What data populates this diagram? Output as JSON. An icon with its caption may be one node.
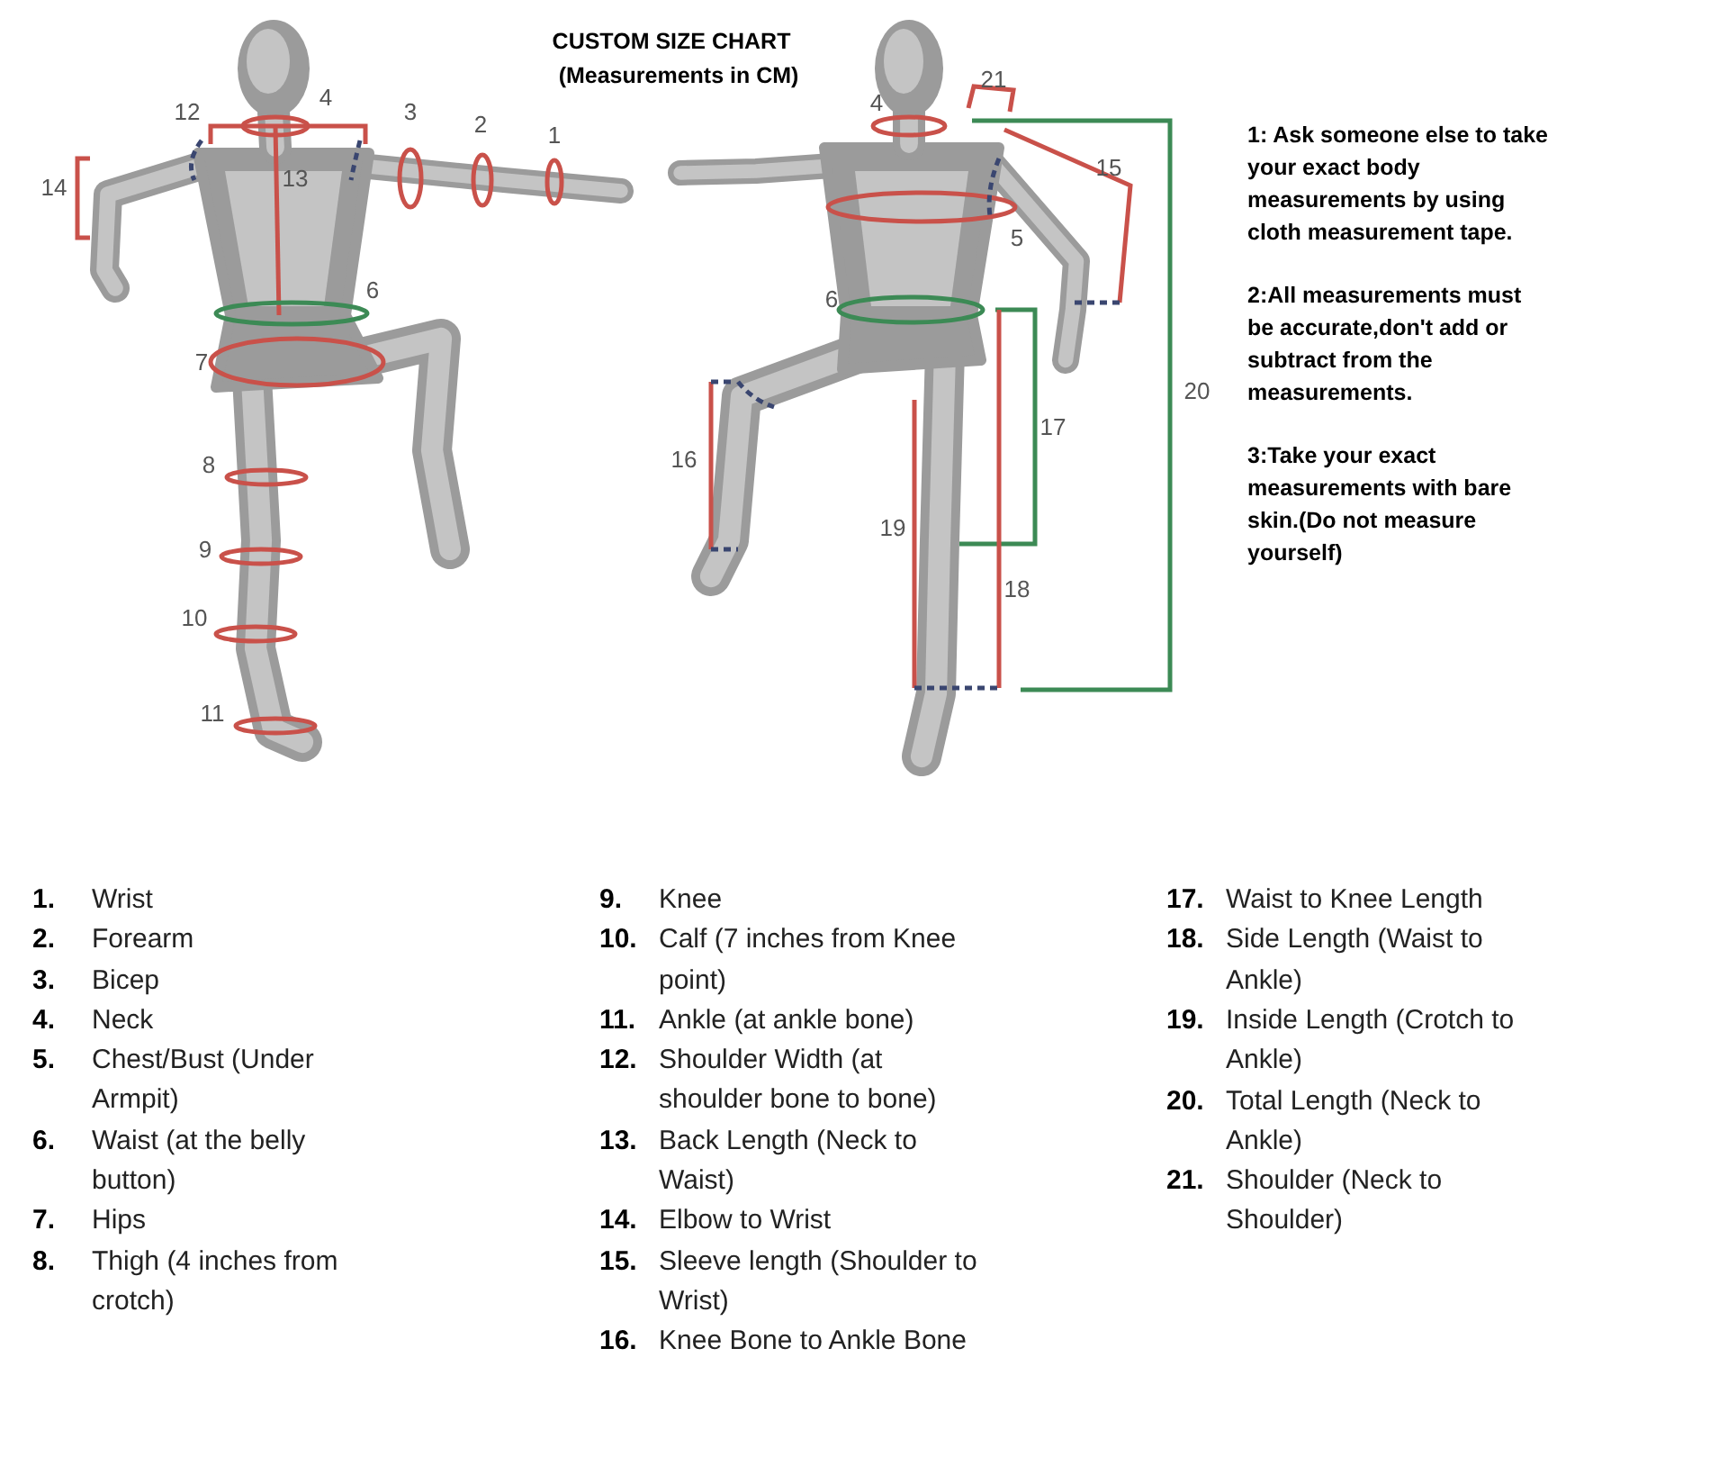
{
  "diagram": {
    "title": "CUSTOM SIZE CHART",
    "labels": [
      "(Measurements in CM)",
      "12",
      "4",
      "3",
      "2",
      "1",
      "14",
      "13",
      "6",
      "7",
      "8",
      "9",
      "10",
      "11",
      "4",
      "21",
      "15",
      "5",
      "6",
      "20",
      "17",
      "16",
      "19",
      "18",
      "1: Ask someone else to take your exact body measurements by using cloth measurement tape.",
      "2:All measurements must be accurate,don't add or subtract from the measurements.",
      "3:Take your exact measurements with bare skin.(Do not measure yourself)",
      "1.",
      "Wrist",
      "2.",
      "Forearm",
      "3.",
      "Bicep",
      "4.",
      "Neck",
      "5.",
      "Chest/Bust (Under Armpit)",
      "6.",
      "Waist (at the belly button)",
      "7.",
      "Hips",
      "8.",
      "Thigh (4 inches from crotch)",
      "9.",
      "Knee",
      "10.",
      "Calf (7 inches from Knee point)",
      "11.",
      "Ankle (at ankle bone)",
      "12.",
      "Shoulder Width (at shoulder bone to bone)",
      "13.",
      "Back Length (Neck to Waist)",
      "14.",
      "Elbow to Wrist",
      "15.",
      "Sleeve length (Shoulder to Wrist)",
      "16.",
      "Knee Bone to Ankle Bone",
      "17.",
      "Waist to Knee Length",
      "18.",
      "Side Length (Waist to Ankle)",
      "19.",
      "Inside Length (Crotch to Ankle)",
      "20.",
      "Total Length (Neck to Ankle)",
      "21.",
      "Shoulder (Neck to Shoulder)"
    ]
  }
}
